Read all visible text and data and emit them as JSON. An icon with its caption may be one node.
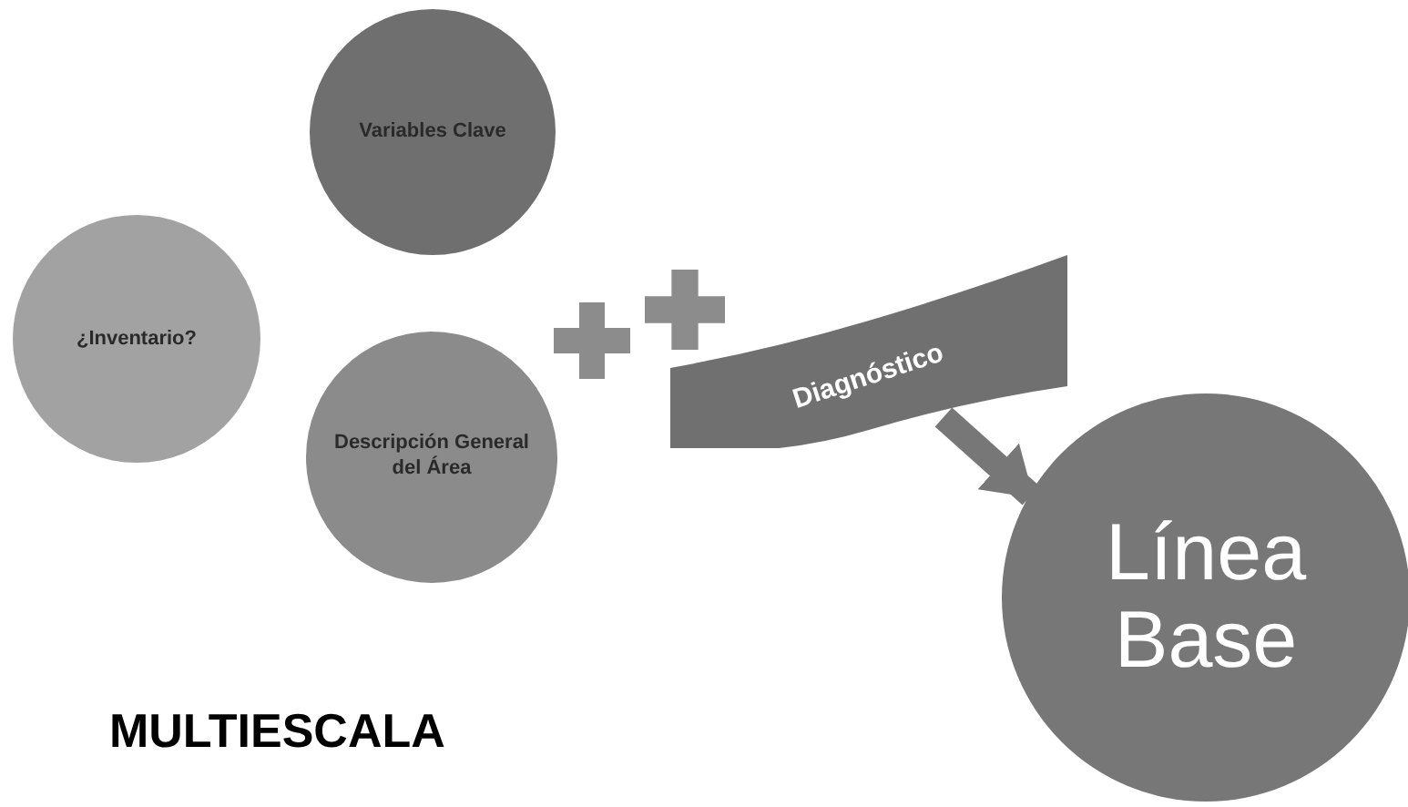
{
  "diagram": {
    "nodes": [
      {
        "text": [
          "Variables Clave"
        ]
      },
      {
        "text": [
          "¿Inventario?"
        ]
      },
      {
        "text": [
          "Descripción General del Área"
        ]
      },
      {
        "text": [
          "Diagnóstico"
        ]
      },
      {
        "text": [
          "Línea Base"
        ]
      }
    ],
    "edges": [
      {
        "from": 3,
        "to": 4,
        "arrow": "to"
      }
    ],
    "labels": [
      "MULTIESCALA"
    ]
  }
}
